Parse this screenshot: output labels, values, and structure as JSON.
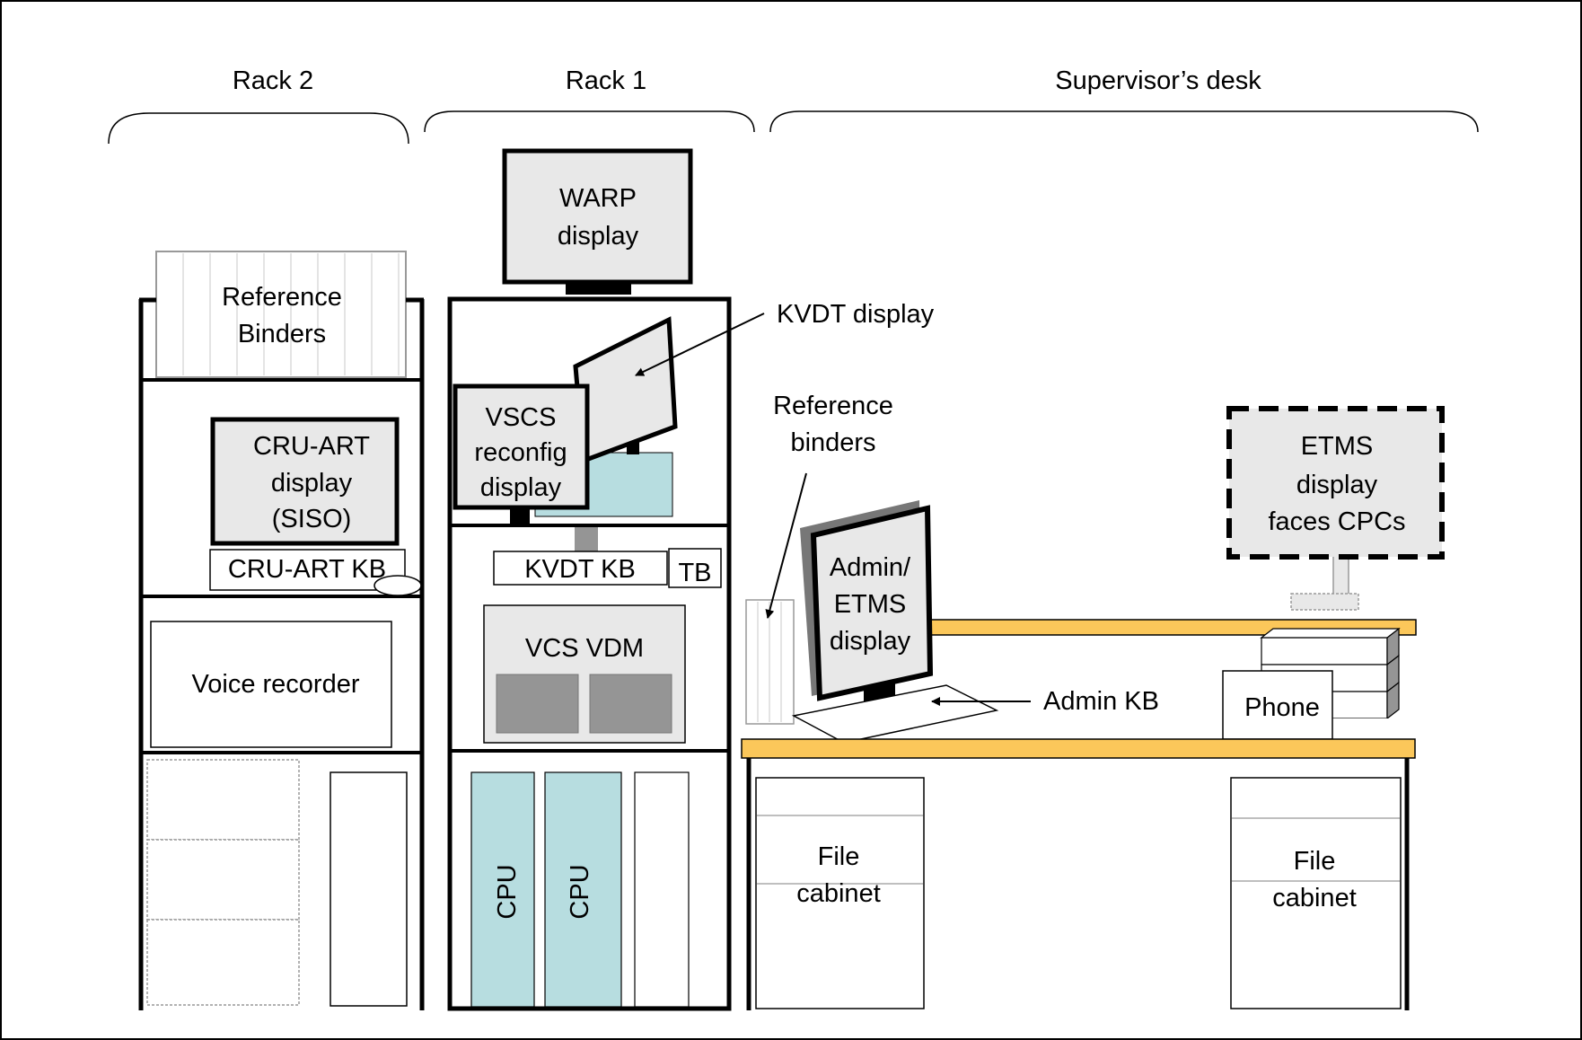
{
  "sections": {
    "rack2": "Rack 2",
    "rack1": "Rack 1",
    "desk": "Supervisor’s desk"
  },
  "rack2": {
    "reference_binders": [
      "Reference",
      "Binders"
    ],
    "cru_art_display": [
      "CRU-ART",
      "display",
      "(SISO)"
    ],
    "cru_art_kb": "CRU-ART KB",
    "voice_recorder": "Voice recorder"
  },
  "rack1": {
    "warp_display": [
      "WARP",
      "display"
    ],
    "kvdt_display": "KVDT display",
    "vscs_display": [
      "VSCS",
      "reconfig",
      "display"
    ],
    "kvdt_kb": "KVDT KB",
    "tb": "TB",
    "vcs_vdm": "VCS VDM",
    "cpu1": "CPU",
    "cpu2": "CPU"
  },
  "desk": {
    "reference_binders": [
      "Reference",
      "binders"
    ],
    "admin_display": [
      "Admin/",
      "ETMS",
      "display"
    ],
    "admin_kb": "Admin KB",
    "etms_display": [
      "ETMS",
      "display",
      "faces CPCs"
    ],
    "phone": "Phone",
    "file_cabinet_left": [
      "File",
      "cabinet"
    ],
    "file_cabinet_right": [
      "File",
      "cabinet"
    ]
  },
  "colors": {
    "display_fill": "#e8e8e8",
    "teal": "#b7dde0",
    "desk_top": "#fbc75a",
    "gray_block": "#959595"
  }
}
